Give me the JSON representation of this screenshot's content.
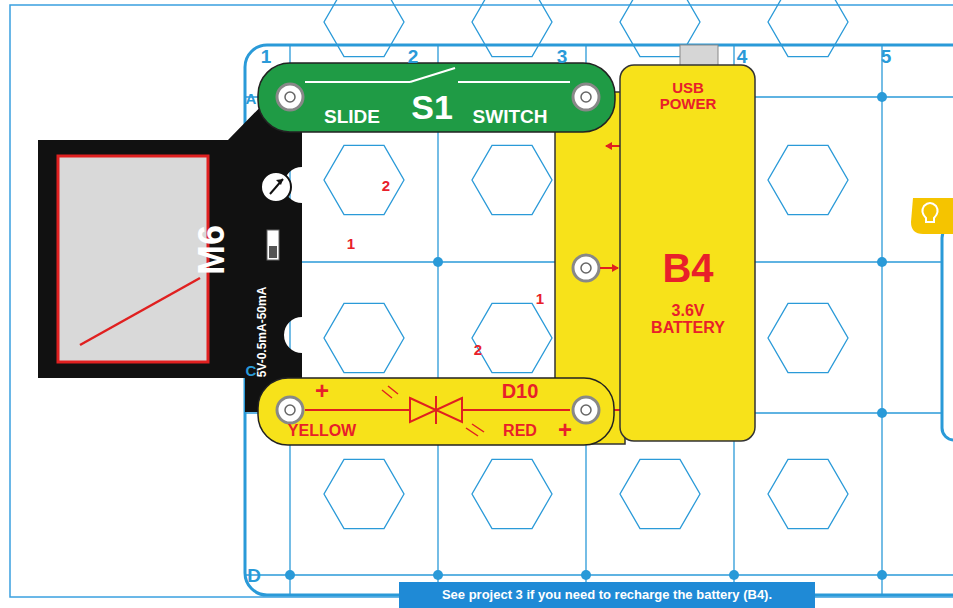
{
  "diagram": {
    "caption": "See project 3 if you need to recharge the battery (B4).",
    "nodes": [
      {
        "text": [
          "SLIDE",
          "S1",
          "SWITCH"
        ]
      },
      {
        "text": [
          "M6",
          "5V-0.5mA-50mA"
        ]
      },
      {
        "text": [
          "USB POWER",
          "B4",
          "3.6V BATTERY"
        ]
      },
      {
        "text": [
          "+",
          "D10",
          "YELLOW",
          "RED",
          "+"
        ]
      }
    ],
    "labels": [
      "1",
      "2",
      "3",
      "4",
      "5",
      "A",
      "C",
      "D",
      "2",
      "1",
      "1",
      "2"
    ]
  }
}
